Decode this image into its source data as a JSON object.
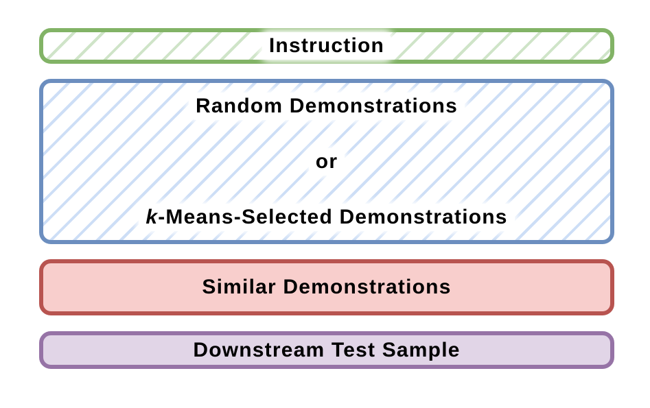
{
  "figure": {
    "background_color": "#ffffff",
    "text_color": "#000000",
    "boxes": {
      "instruction": {
        "label": "Instruction",
        "border_color": "#82b366",
        "hatch_color": "#cfe4c8",
        "fill_style": "diagonal-hatch"
      },
      "demonstration_pool": {
        "line_random": "Random Demonstrations",
        "line_or": "or",
        "line_kmeans_italic": "k",
        "line_kmeans_rest": "-Means-Selected Demonstrations",
        "border_color": "#6c8ebf",
        "hatch_color": "#cddef6",
        "fill_style": "diagonal-hatch"
      },
      "similar": {
        "label": "Similar Demonstrations",
        "border_color": "#b85450",
        "fill_color": "#f8cecc",
        "fill_style": "solid"
      },
      "downstream_test": {
        "label": "Downstream Test Sample",
        "border_color": "#9673a6",
        "fill_color": "#e1d5e7",
        "fill_style": "solid"
      }
    }
  }
}
